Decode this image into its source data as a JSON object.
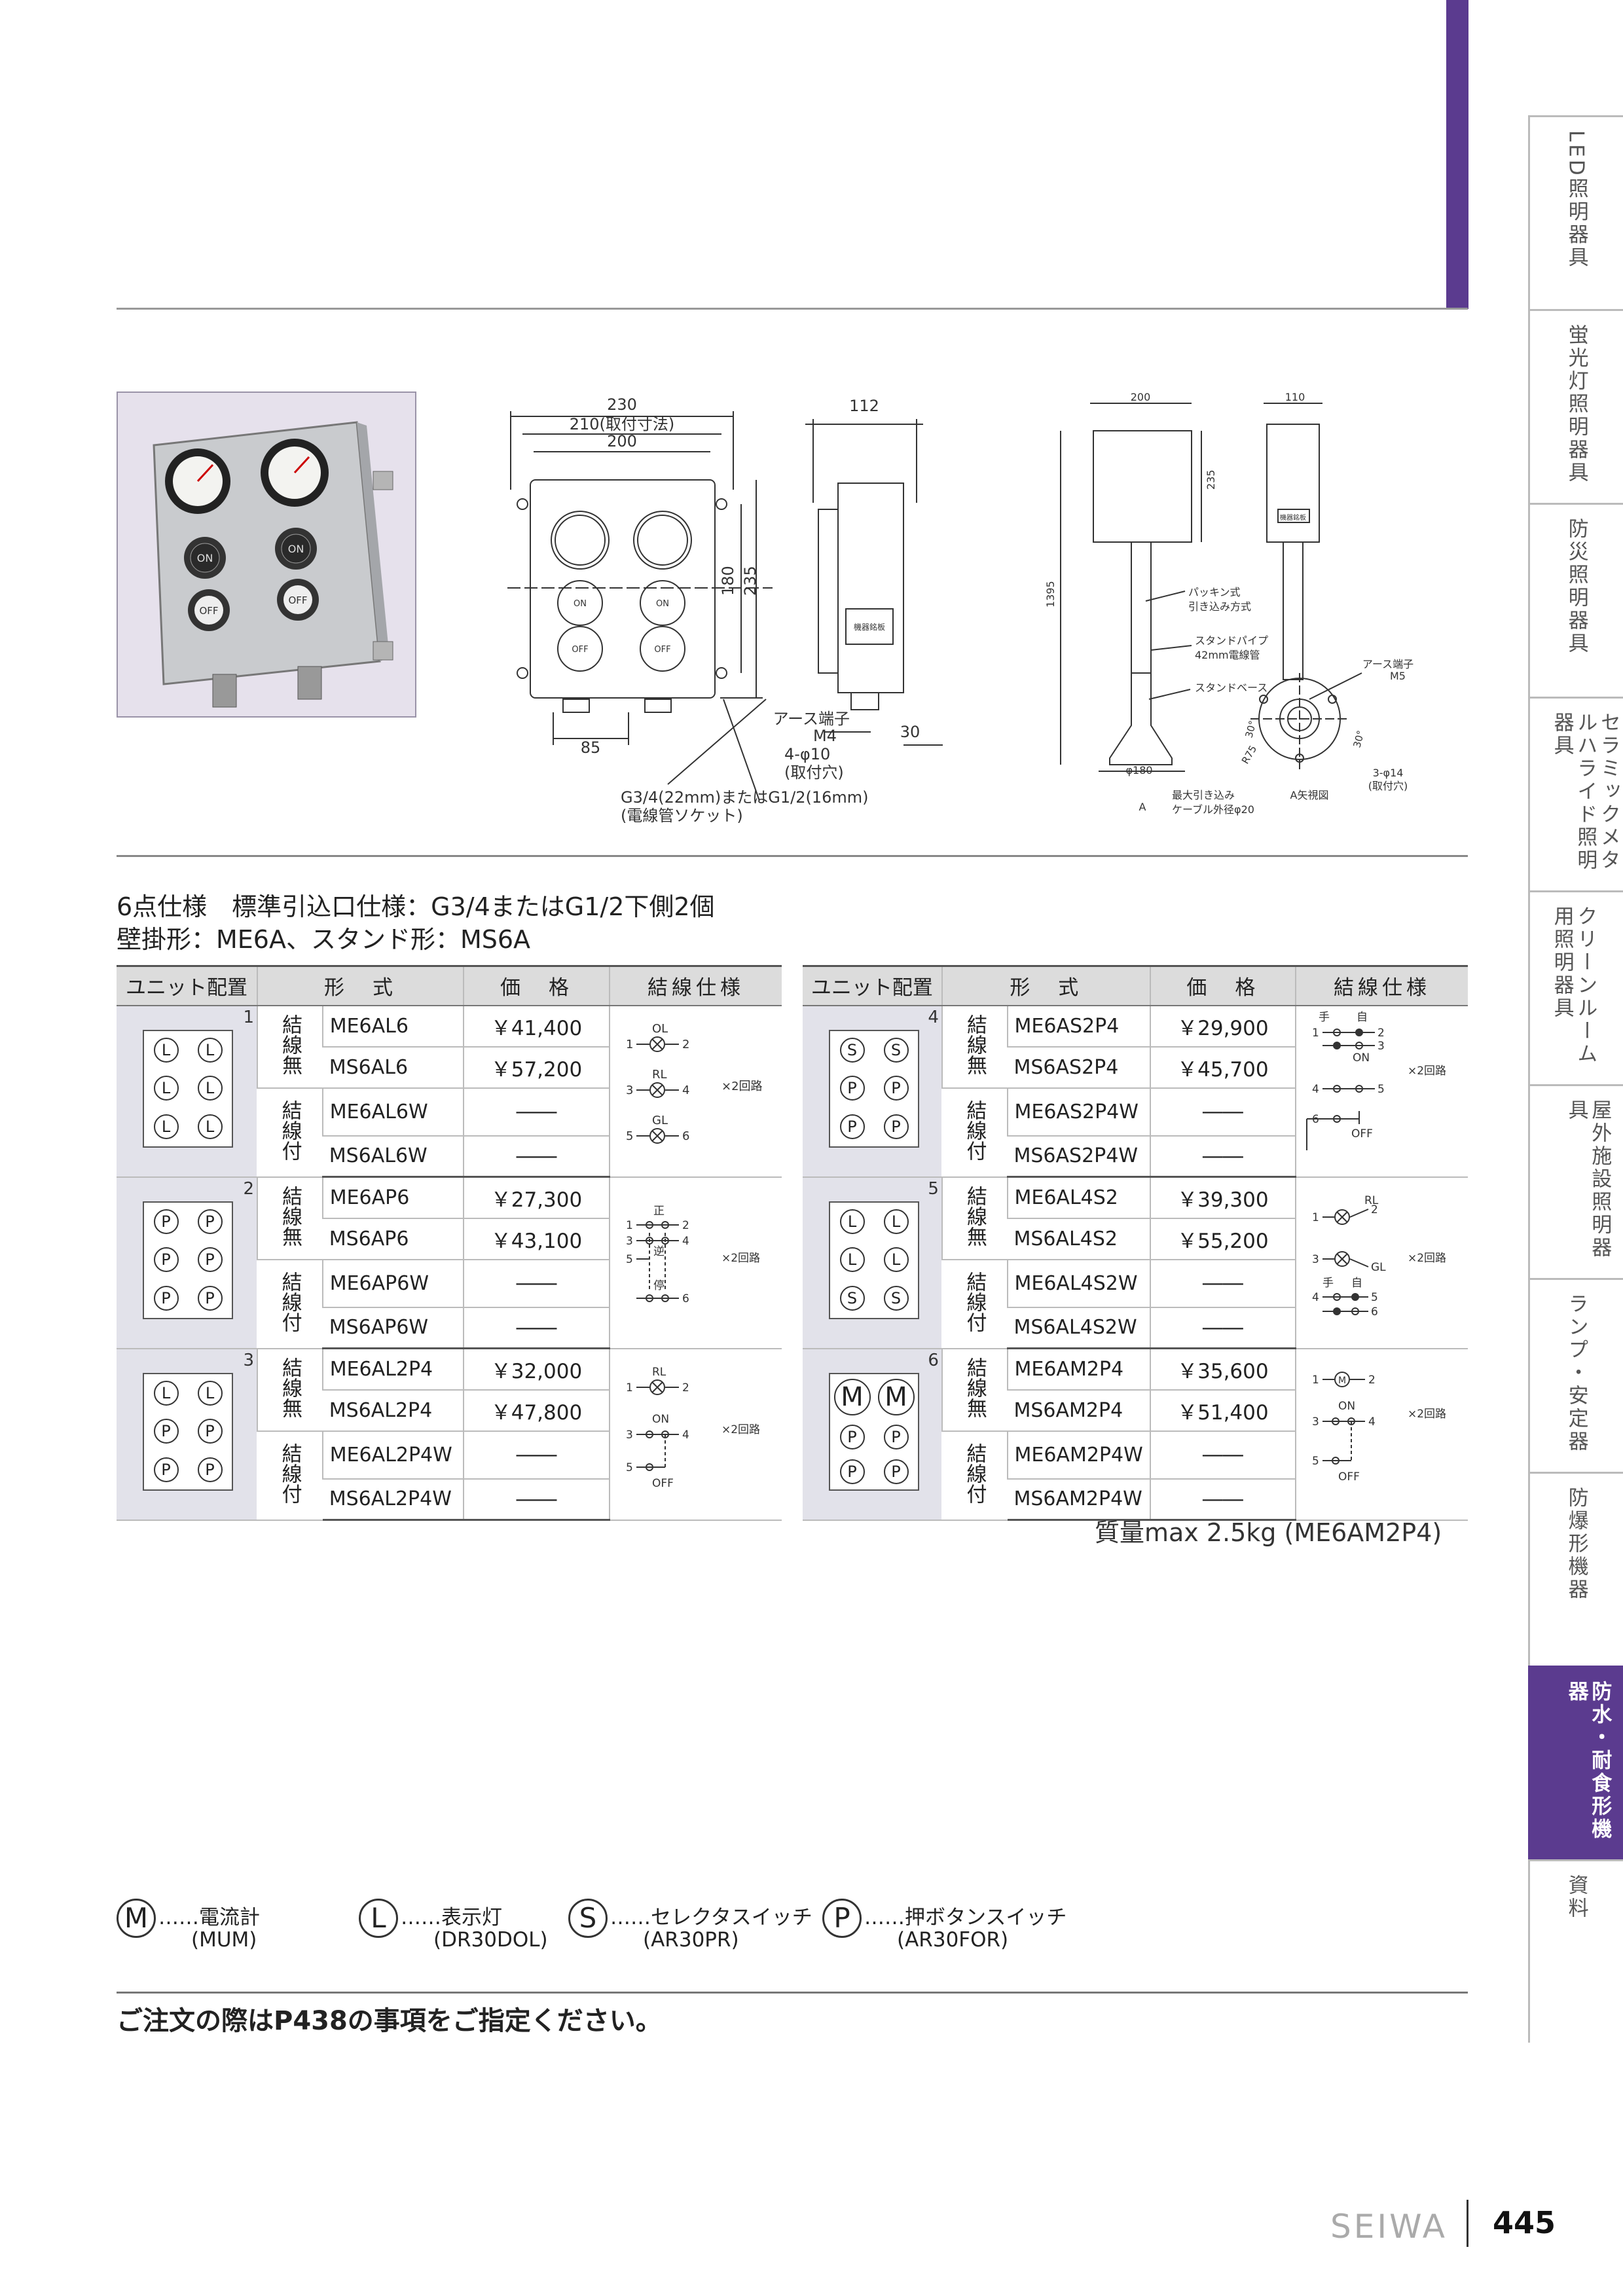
{
  "side_tabs": [
    {
      "label": "LED照明器具"
    },
    {
      "label": "蛍光灯照明器具"
    },
    {
      "label": "防災照明器具"
    },
    {
      "label": "セラミックメタルハライド照明器具"
    },
    {
      "label": "クリーンルーム用照明器具"
    },
    {
      "label": "屋外施設照明器具"
    },
    {
      "label": "ランプ・安定器"
    },
    {
      "label": "防爆形機器"
    },
    {
      "label": "防水・耐食形機器"
    },
    {
      "label": "資料"
    }
  ],
  "drawings": {
    "wall": {
      "w230": "230",
      "w210": "210(取付寸法)",
      "w200": "200",
      "h180": "180",
      "h235": "235",
      "w85": "85",
      "side112": "112",
      "side30": "30",
      "on1": "ON",
      "on2": "ON",
      "off1": "OFF",
      "off2": "OFF",
      "earth": "アース端子",
      "m4": "M4",
      "holes": "4-φ10",
      "holes_note": "(取付穴)",
      "conduit": "G3/4(22mm)またはG1/2(16mm)",
      "conduit_note": "(電線管ソケット)",
      "plate": "機器銘板"
    },
    "stand": {
      "w200": "200",
      "w110": "110",
      "h235": "235",
      "h1395": "1395",
      "packing": "パッキン式",
      "packing2": "引き込み方式",
      "pipe": "スタンドパイプ",
      "pipe2": "42mm電線管",
      "base": "スタンドベース",
      "earth": "アース端子",
      "m5": "M5",
      "d180": "φ180",
      "cable1": "最大引き込み",
      "cable2": "ケーブル外径φ20",
      "view": "A矢視図",
      "holes": "3-φ14",
      "holes_note": "(取付穴)",
      "r75": "R75",
      "a30a": "30°",
      "a30b": "30°",
      "arrow_a": "A",
      "plate": "機器銘板"
    }
  },
  "heading": {
    "line1": "6点仕様　標準引込口仕様：G3/4またはG1/2下側2個",
    "line2": "壁掛形：ME6A、スタンド形：MS6A"
  },
  "table_headers": {
    "layout": "ユニット配置",
    "model": "形　式",
    "price": "価　格",
    "wiring": "結線仕様"
  },
  "kind": {
    "without": "結線無",
    "with": "結線付"
  },
  "groups_left": [
    {
      "no": "1",
      "units": [
        "L",
        "L",
        "L",
        "L",
        "L",
        "L"
      ],
      "rows": [
        [
          "ME6AL6",
          "￥41,400"
        ],
        [
          "MS6AL6",
          "￥57,200"
        ],
        [
          "ME6AL6W",
          "――"
        ],
        [
          "MS6AL6W",
          "――"
        ]
      ]
    },
    {
      "no": "2",
      "units": [
        "P",
        "P",
        "P",
        "P",
        "P",
        "P"
      ],
      "rows": [
        [
          "ME6AP6",
          "￥27,300"
        ],
        [
          "MS6AP6",
          "￥43,100"
        ],
        [
          "ME6AP6W",
          "――"
        ],
        [
          "MS6AP6W",
          "――"
        ]
      ]
    },
    {
      "no": "3",
      "units": [
        "L",
        "L",
        "P",
        "P",
        "P",
        "P"
      ],
      "rows": [
        [
          "ME6AL2P4",
          "￥32,000"
        ],
        [
          "MS6AL2P4",
          "￥47,800"
        ],
        [
          "ME6AL2P4W",
          "――"
        ],
        [
          "MS6AL2P4W",
          "――"
        ]
      ]
    }
  ],
  "groups_right": [
    {
      "no": "4",
      "units": [
        "S",
        "S",
        "P",
        "P",
        "P",
        "P"
      ],
      "rows": [
        [
          "ME6AS2P4",
          "￥29,900"
        ],
        [
          "MS6AS2P4",
          "￥45,700"
        ],
        [
          "ME6AS2P4W",
          "――"
        ],
        [
          "MS6AS2P4W",
          "――"
        ]
      ]
    },
    {
      "no": "5",
      "units": [
        "L",
        "L",
        "L",
        "L",
        "S",
        "S"
      ],
      "rows": [
        [
          "ME6AL4S2",
          "￥39,300"
        ],
        [
          "MS6AL4S2",
          "￥55,200"
        ],
        [
          "ME6AL4S2W",
          "――"
        ],
        [
          "MS6AL4S2W",
          "――"
        ]
      ]
    },
    {
      "no": "6",
      "units": [
        "M",
        "M",
        "P",
        "P",
        "P",
        "P"
      ],
      "rows": [
        [
          "ME6AM2P4",
          "￥35,600"
        ],
        [
          "MS6AM2P4",
          "￥51,400"
        ],
        [
          "ME6AM2P4W",
          "――"
        ],
        [
          "MS6AM2P4W",
          "――"
        ]
      ]
    }
  ],
  "wiring_labels": {
    "x2": "×2回路",
    "ol": "OL",
    "rl": "RL",
    "gl": "GL",
    "sei": "正",
    "gyaku": "逆",
    "tei": "停",
    "te": "手",
    "ji": "自",
    "on": "ON",
    "off": "OFF",
    "m": "M",
    "n1": "1",
    "n2": "2",
    "n3": "3",
    "n4": "4",
    "n5": "5",
    "n6": "6"
  },
  "weight": "質量max 2.5kg (ME6AM2P4)",
  "legend": [
    {
      "symbol": "M",
      "name": "……電流計",
      "code": "(MUM)"
    },
    {
      "symbol": "L",
      "name": "……表示灯",
      "code": "(DR30DOL)"
    },
    {
      "symbol": "S",
      "name": "……セレクタスイッチ",
      "code": "(AR30PR)"
    },
    {
      "symbol": "P",
      "name": "……押ボタンスイッチ",
      "code": "(AR30FOR)"
    }
  ],
  "order_note": "ご注文の際はP438の事項をご指定ください。",
  "brand": "SEIWA",
  "page_number": "445",
  "colors": {
    "accent": "#5b3b8f",
    "header_bg": "#dcdcdc",
    "layout_bg": "#e2e2ea"
  }
}
